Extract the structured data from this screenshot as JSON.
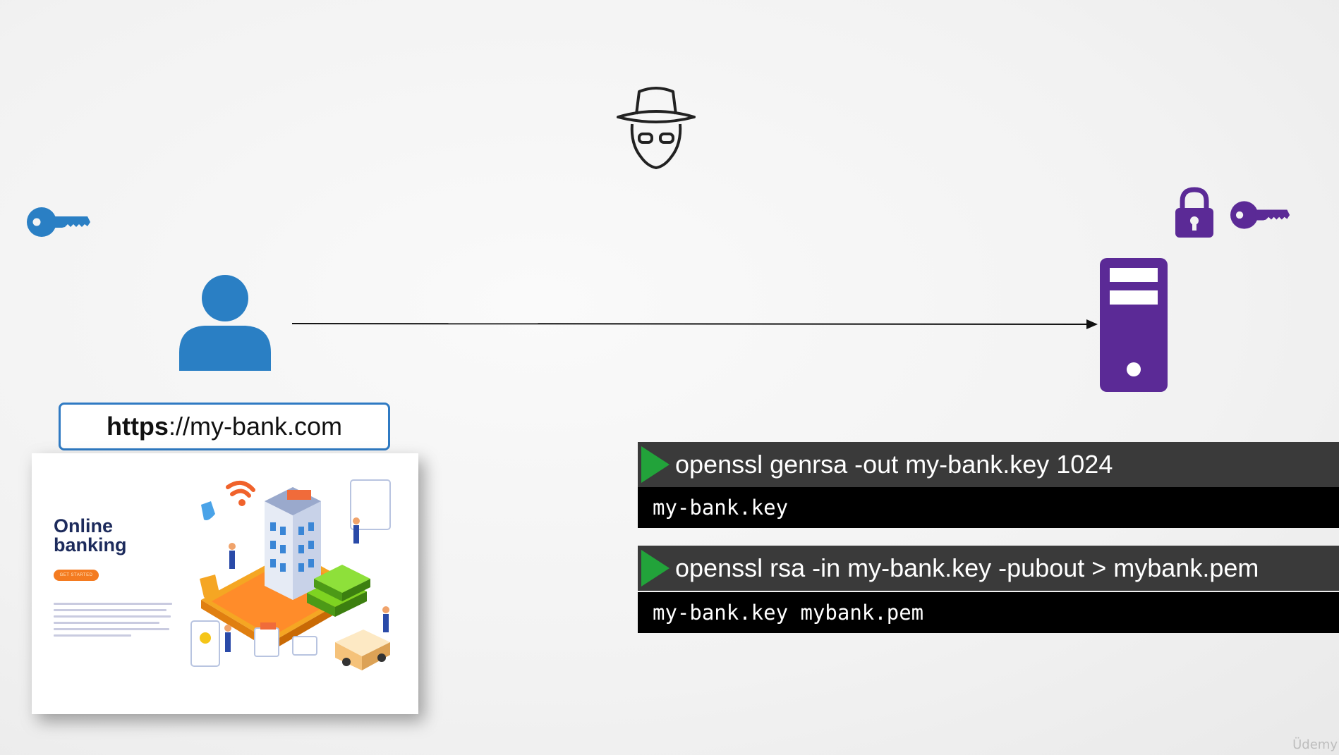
{
  "url_bar": {
    "scheme": "https",
    "rest": "://my-bank.com"
  },
  "website_card": {
    "title": "Online\nbanking",
    "cta": "GET STARTED"
  },
  "terminal": [
    {
      "command": "openssl genrsa -out my-bank.key 1024",
      "output": "my-bank.key"
    },
    {
      "command": "openssl rsa -in my-bank.key -pubout > mybank.pem",
      "output": "my-bank.key mybank.pem"
    }
  ],
  "icons": {
    "client_key": "key-icon",
    "hacker": "hacker-icon",
    "lock": "lock-icon",
    "server_key": "key-icon",
    "user": "user-icon",
    "server": "server-icon"
  },
  "colors": {
    "client_blue": "#2a7fc4",
    "server_purple": "#5b2a96",
    "play_green": "#22a33a"
  },
  "watermark": "Üdemy"
}
